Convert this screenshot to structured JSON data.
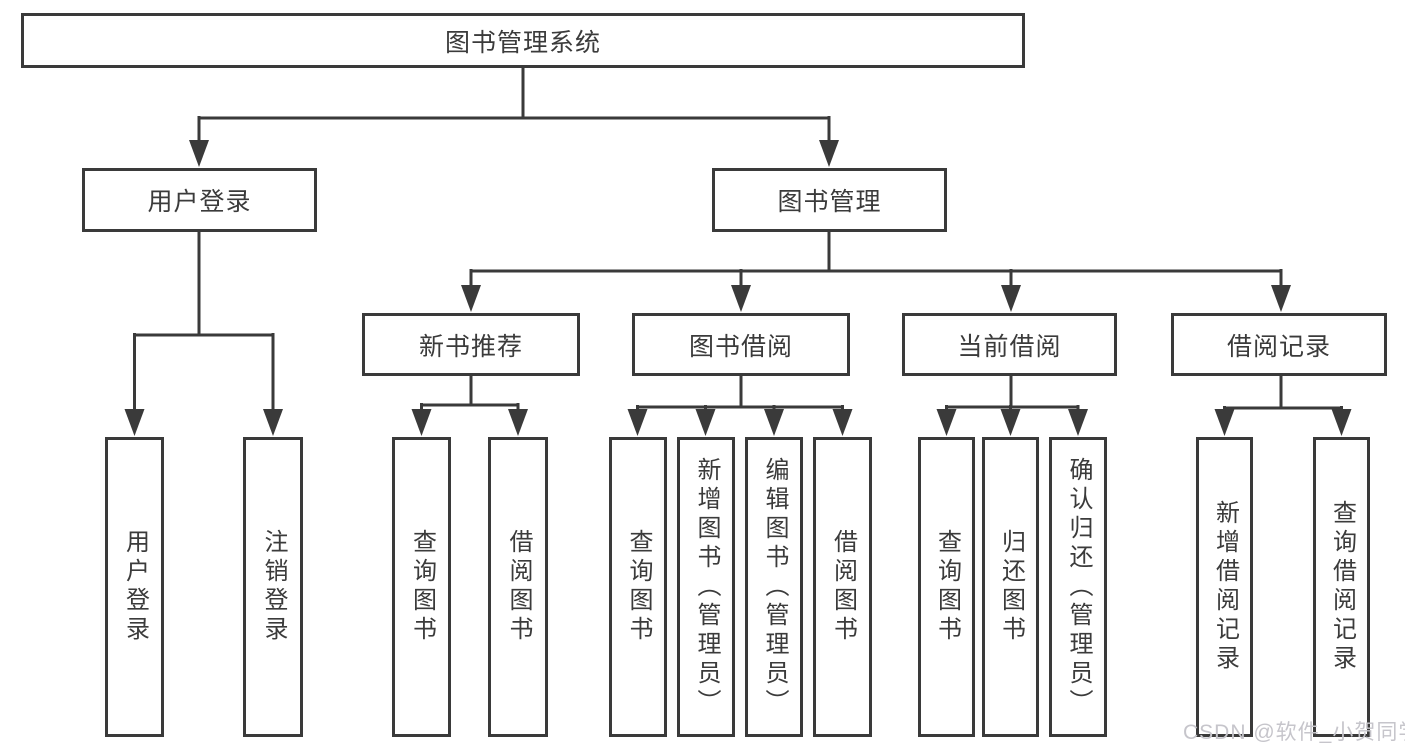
{
  "diagram": {
    "root": {
      "label": "图书管理系统"
    },
    "level2": {
      "user_login": {
        "label": "用户登录"
      },
      "book_management": {
        "label": "图书管理"
      }
    },
    "level3": {
      "new_book_recommend": {
        "label": "新书推荐"
      },
      "book_borrow": {
        "label": "图书借阅"
      },
      "current_borrow": {
        "label": "当前借阅"
      },
      "borrow_record": {
        "label": "借阅记录"
      }
    },
    "leaves": {
      "user_login": [
        {
          "label": "用户登录"
        },
        {
          "label": "注销登录"
        }
      ],
      "new_book_recommend": [
        {
          "label": "查询图书"
        },
        {
          "label": "借阅图书"
        }
      ],
      "book_borrow": [
        {
          "label": "查询图书"
        },
        {
          "label": "新增图书（管理员）"
        },
        {
          "label": "编辑图书（管理员）"
        },
        {
          "label": "借阅图书"
        }
      ],
      "current_borrow": [
        {
          "label": "查询图书"
        },
        {
          "label": "归还图书"
        },
        {
          "label": "确认归还（管理员）"
        }
      ],
      "borrow_record": [
        {
          "label": "新增借阅记录"
        },
        {
          "label": "查询借阅记录"
        }
      ]
    }
  },
  "watermark": {
    "text": "CSDN @软件_小贺同学"
  },
  "colors": {
    "line": "#3a3a3a",
    "text": "#3b3b3b",
    "watermark": "#c6c5cb",
    "background": "#ffffff"
  }
}
